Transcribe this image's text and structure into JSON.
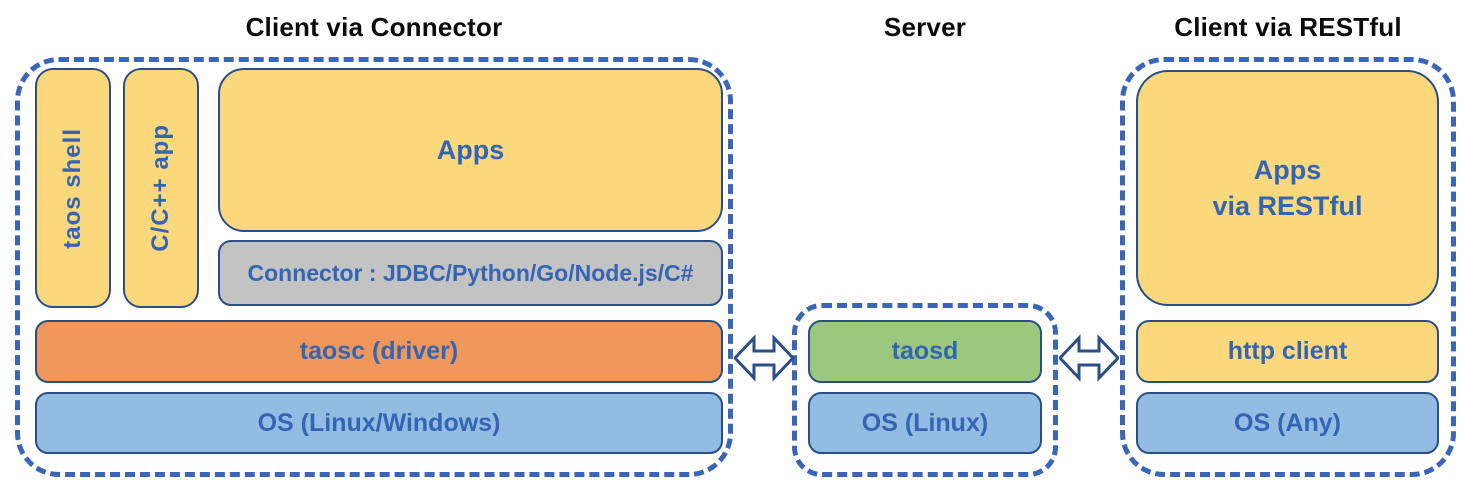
{
  "diagram": {
    "titles": {
      "left": "Client via Connector",
      "center": "Server",
      "right": "Client via RESTful"
    },
    "left_panel": {
      "taos_shell": "taos shell",
      "cpp_app": "C/C++ app",
      "apps": "Apps",
      "connector": "Connector : JDBC/Python/Go/Node.js/C#",
      "taosc": "taosc (driver)",
      "os": "OS (Linux/Windows)"
    },
    "server_panel": {
      "taosd": "taosd",
      "os": "OS (Linux)"
    },
    "rest_panel": {
      "apps": "Apps\nvia RESTful",
      "http_client": "http client",
      "os": "OS (Any)"
    },
    "icons": {
      "arrow_left": "bidirectional-arrow",
      "arrow_right": "bidirectional-arrow"
    },
    "colors": {
      "box_yellow": "#fbd87c",
      "box_gray": "#c3c3c3",
      "box_orange": "#f0985c",
      "box_blue": "#92bce2",
      "box_green": "#9cc87d",
      "box_border": "#2b4e85",
      "dashed_border": "#3a66b8",
      "label_blue": "#3465b4",
      "title_black": "#0b0b0b",
      "background": "#ffffff"
    }
  }
}
